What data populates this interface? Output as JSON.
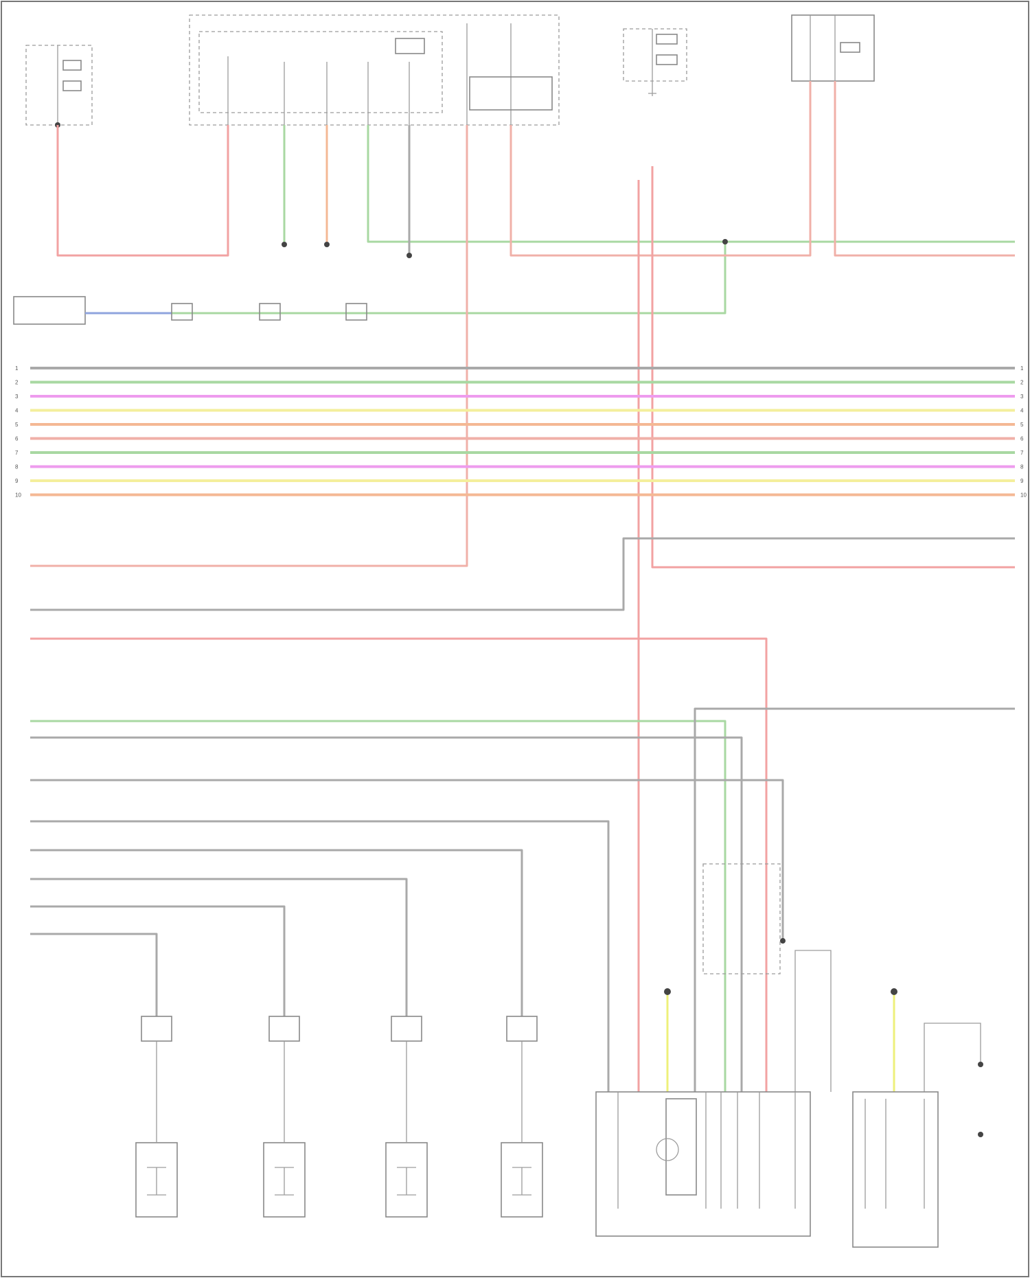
{
  "diagram": {
    "code": "",
    "wire_colors": {
      "red": "#f2a2a2",
      "green": "#a8d8a2",
      "magenta": "#ee9cee",
      "yellow": "#f4ef9c",
      "orange": "#f4b894",
      "salmon": "#f0b0a8",
      "gray": "#a9a9a9",
      "blue": "#8fa4de",
      "lightyellow": "#eef07a"
    },
    "harness_lines": [
      {
        "pin": "1",
        "color": "gray"
      },
      {
        "pin": "2",
        "color": "green"
      },
      {
        "pin": "3",
        "color": "magenta"
      },
      {
        "pin": "4",
        "color": "yellow"
      },
      {
        "pin": "5",
        "color": "orange"
      },
      {
        "pin": "6",
        "color": "salmon"
      },
      {
        "pin": "7",
        "color": "green"
      },
      {
        "pin": "8",
        "color": "magenta"
      },
      {
        "pin": "9",
        "color": "yellow"
      },
      {
        "pin": "10",
        "color": "orange"
      }
    ],
    "lamp_components": [
      {
        "id": "lamp1"
      },
      {
        "id": "lamp2"
      },
      {
        "id": "lamp3"
      },
      {
        "id": "lamp4"
      }
    ]
  }
}
